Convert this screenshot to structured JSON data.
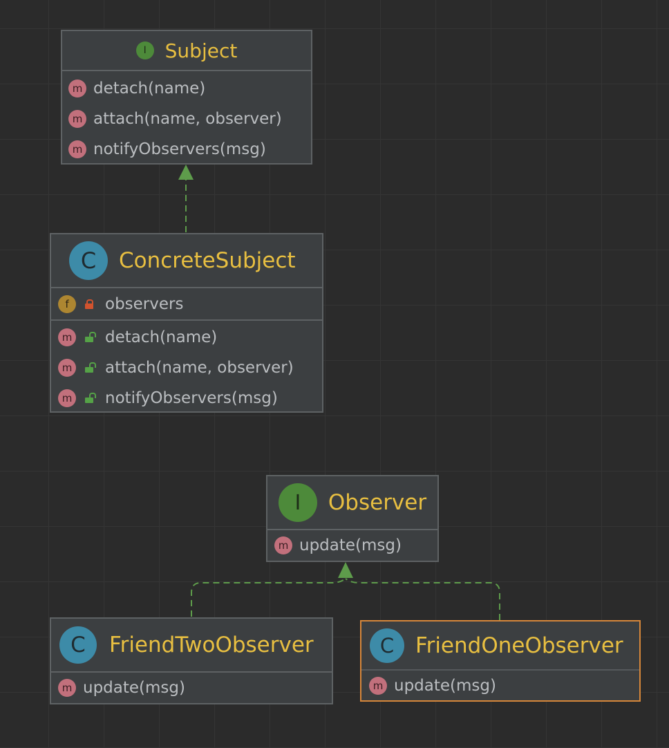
{
  "nodes": {
    "subject": {
      "kind": "interface",
      "icon_letter": "I",
      "name": "Subject",
      "methods": [
        "detach(name)",
        "attach(name, observer)",
        "notifyObservers(msg)"
      ]
    },
    "concrete_subject": {
      "kind": "class",
      "icon_letter": "C",
      "name": "ConcreteSubject",
      "fields": [
        {
          "icon_letter": "f",
          "visibility": "private",
          "name": "observers"
        }
      ],
      "methods": [
        "detach(name)",
        "attach(name, observer)",
        "notifyObservers(msg)"
      ]
    },
    "observer": {
      "kind": "interface",
      "icon_letter": "I",
      "name": "Observer",
      "methods": [
        "update(msg)"
      ]
    },
    "friend_two_observer": {
      "kind": "class",
      "icon_letter": "C",
      "name": "FriendTwoObserver",
      "methods": [
        "update(msg)"
      ]
    },
    "friend_one_observer": {
      "kind": "class",
      "icon_letter": "C",
      "name": "FriendOneObserver",
      "selected": true,
      "methods": [
        "update(msg)"
      ]
    }
  },
  "method_icon_letter": "m",
  "edges": [
    {
      "from": "ConcreteSubject",
      "to": "Subject",
      "type": "realization"
    },
    {
      "from": "FriendTwoObserver",
      "to": "Observer",
      "type": "realization"
    },
    {
      "from": "FriendOneObserver",
      "to": "Observer",
      "type": "realization"
    }
  ],
  "colors": {
    "background": "#2b2b2b",
    "grid": "#353535",
    "node_fill": "#3c3f41",
    "node_border": "#5e6264",
    "selected_border": "#d7873a",
    "title": "#e8bf41",
    "member_text": "#bbbec1",
    "class_icon": "#3d8ba8",
    "interface_icon": "#4d8a3a",
    "field_icon": "#ad8631",
    "method_icon": "#c2707c",
    "private_lock": "#d2532e",
    "public_lock": "#55a247",
    "edge": "#5e9c4b"
  }
}
